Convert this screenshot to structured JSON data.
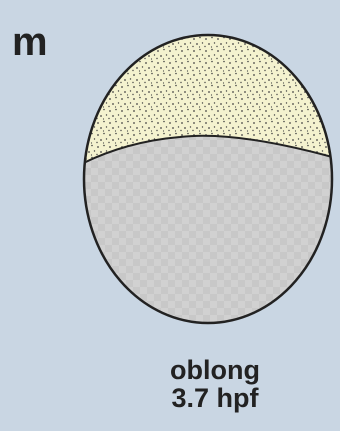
{
  "panel": {
    "letter": "m"
  },
  "stage": {
    "name": "oblong",
    "time": "3.7 hpf"
  },
  "colors": {
    "background": "#c9d6e3",
    "blastoderm": "#f4f2cf",
    "yolk": "#cfcfcf",
    "outline": "#222222"
  }
}
